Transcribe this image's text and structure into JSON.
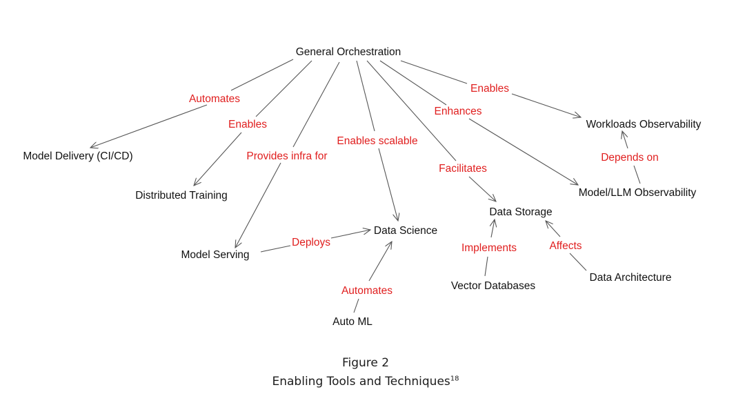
{
  "nodes": {
    "general_orchestration": "General Orchestration",
    "model_delivery": "Model Delivery (CI/CD)",
    "distributed_training": "Distributed Training",
    "model_serving": "Model Serving",
    "data_science": "Data Science",
    "auto_ml": "Auto ML",
    "data_storage": "Data Storage",
    "vector_databases": "Vector Databases",
    "data_architecture": "Data Architecture",
    "workloads_observability": "Workloads Observability",
    "model_llm_observability": "Model/LLM Observability"
  },
  "edge_labels": {
    "automates_delivery": "Automates",
    "enables_training": "Enables",
    "provides_infra": "Provides infra for",
    "enables_scalable": "Enables scalable",
    "facilitates": "Facilitates",
    "enhances": "Enhances",
    "enables_workloads": "Enables",
    "depends_on": "Depends on",
    "deploys": "Deploys",
    "automates_automl": "Automates",
    "implements": "Implements",
    "affects": "Affects"
  },
  "edges": [
    {
      "from": "general_orchestration",
      "to": "model_delivery",
      "label": "automates_delivery"
    },
    {
      "from": "general_orchestration",
      "to": "distributed_training",
      "label": "enables_training"
    },
    {
      "from": "general_orchestration",
      "to": "model_serving",
      "label": "provides_infra"
    },
    {
      "from": "general_orchestration",
      "to": "data_science",
      "label": "enables_scalable"
    },
    {
      "from": "general_orchestration",
      "to": "data_storage",
      "label": "facilitates"
    },
    {
      "from": "general_orchestration",
      "to": "model_llm_observability",
      "label": "enhances"
    },
    {
      "from": "general_orchestration",
      "to": "workloads_observability",
      "label": "enables_workloads"
    },
    {
      "from": "model_llm_observability",
      "to": "workloads_observability",
      "label": "depends_on"
    },
    {
      "from": "model_serving",
      "to": "data_science",
      "label": "deploys"
    },
    {
      "from": "auto_ml",
      "to": "data_science",
      "label": "automates_automl"
    },
    {
      "from": "vector_databases",
      "to": "data_storage",
      "label": "implements"
    },
    {
      "from": "data_architecture",
      "to": "data_storage",
      "label": "affects"
    }
  ],
  "caption": {
    "figure": "Figure 2",
    "title": "Enabling Tools and Techniques",
    "footnote": "18"
  },
  "colors": {
    "node_text": "#111111",
    "edge_label": "#e01e1e",
    "edge_line": "#555555"
  }
}
